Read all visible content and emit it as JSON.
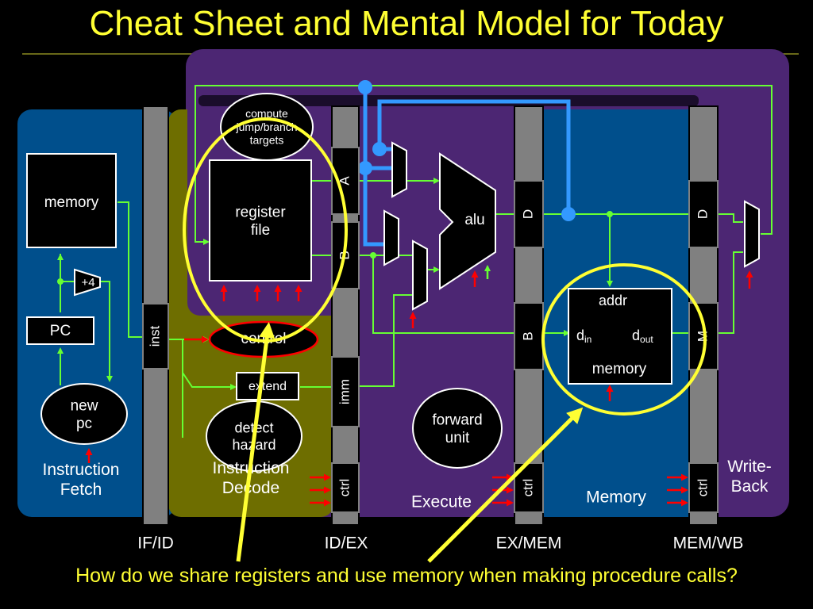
{
  "title": "Cheat Sheet and Mental Model for Today",
  "caption": "How do we share registers and use memory when making procedure calls?",
  "colors": {
    "fetch_stage": "#004f8c",
    "decode_stage": "#6e6e00",
    "execute_stage": "#4c2673",
    "memory_stage": "#004f8c",
    "wire": "#66ff33",
    "bypass_wire": "#3399ff",
    "control_arrow": "#ff0000",
    "highlight": "#ffff33"
  },
  "stages": {
    "fetch": "Instruction\nFetch",
    "decode": "Instruction\nDecode",
    "execute": "Execute",
    "memory": "Memory",
    "writeback": "Write-\nBack"
  },
  "pipeline_registers": {
    "if_id": "IF/ID",
    "id_ex": "ID/EX",
    "ex_mem": "EX/MEM",
    "mem_wb": "MEM/WB"
  },
  "fields": {
    "inst": "inst",
    "a": "A",
    "b": "B",
    "imm": "imm",
    "ctrl": "ctrl",
    "d": "D",
    "m": "M"
  },
  "blocks": {
    "instruction_memory": "memory",
    "adder": "+4",
    "pc": "PC",
    "new_pc": "new\npc",
    "register_file": "register\nfile",
    "compute_targets": "compute\njump/branch\ntargets",
    "control": "control",
    "extend": "extend",
    "detect_hazard": "detect\nhazard",
    "alu": "alu",
    "forward_unit": "forward\nunit",
    "data_memory": "memory",
    "addr": "addr",
    "din": "d",
    "din_sub": "in",
    "dout": "d",
    "dout_sub": "out"
  }
}
